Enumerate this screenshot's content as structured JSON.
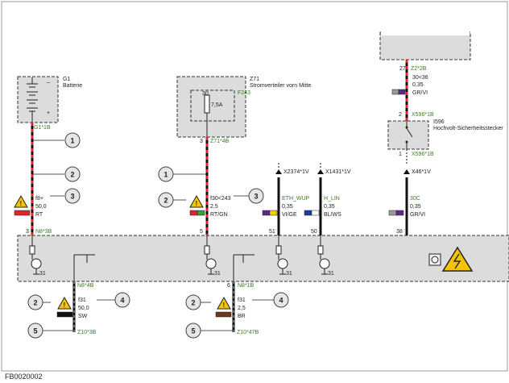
{
  "colors": {
    "wire_red": "#e0242b",
    "wire_black": "#111111",
    "box_fill": "#dcdcdc",
    "connector_green": "#3d7a28",
    "warning_yellow": "#f5c400",
    "callout_fill": "#e6e6e6"
  },
  "figure_code": "FB0020002",
  "battery": {
    "id": "G1",
    "name": "Batterie",
    "minus": "–",
    "plus": "+",
    "pin": "G1*1B"
  },
  "distributor": {
    "id": "Z71",
    "name": "Stromverteiler vorn Mitte",
    "fuse_id": "F243",
    "fuse_pin": "30",
    "fuse_rating": "7,5A",
    "pin_no": "3",
    "pin": "Z71*4B"
  },
  "top_plug": {
    "pin_no": "27",
    "pin": "Z2*2B",
    "wire_name": "30<36",
    "cross_section": "0,35",
    "color_code": "GR/VI"
  },
  "hv_plug": {
    "id": "I596",
    "name": "Hochvolt-Sicherheitsstecker",
    "pin_in_no": "2",
    "pin_in": "X596*1B",
    "pin_out_no": "1",
    "pin_out": "X596*1B"
  },
  "wires": {
    "battery_feed": {
      "name": "f8+",
      "cross_section": "50,0",
      "color_code": "RT"
    },
    "kl30_feed": {
      "name": "f30<243",
      "cross_section": "2,5",
      "color_code": "RT/GN"
    },
    "eth_wup": {
      "connector": "X2374*1V",
      "name": "ETH_WUP",
      "cross_section": "0,35",
      "color_code": "VI/GE"
    },
    "h_lin": {
      "connector": "X1431*1V",
      "name": "H_LIN",
      "cross_section": "0,35",
      "color_code": "BL/WS"
    },
    "kl30c": {
      "connector": "X46*1V",
      "name": "30C",
      "cross_section": "0,35",
      "color_code": "GR/VI"
    },
    "ground_a": {
      "name": "f31",
      "cross_section": "50,0",
      "color_code": "SW"
    },
    "ground_b": {
      "name": "f31",
      "cross_section": "2,5",
      "color_code": "BR"
    }
  },
  "module": {
    "pins_top": [
      {
        "key": "p3",
        "no": "3",
        "label": "N8*3B"
      },
      {
        "key": "p5",
        "no": "5",
        "label": ""
      },
      {
        "key": "p51",
        "no": "51",
        "label": ""
      },
      {
        "key": "p50",
        "no": "50",
        "label": ""
      },
      {
        "key": "p38",
        "no": "38",
        "label": ""
      }
    ],
    "pins_bottom": [
      {
        "key": "p4",
        "no": "",
        "label": "N8*4B"
      },
      {
        "key": "p6",
        "no": "6",
        "label": "N8*1B"
      }
    ],
    "ground_label": "31"
  },
  "grounds": {
    "a": "Z10*3B",
    "b": "Z10*47B"
  },
  "callouts": {
    "n1": "1",
    "n2": "2",
    "n3": "3",
    "n4": "4",
    "n5": "5"
  }
}
